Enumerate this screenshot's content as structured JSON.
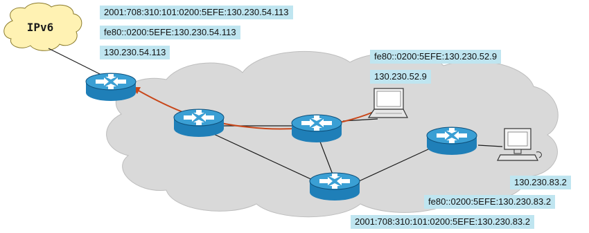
{
  "ipv6_cloud": {
    "label": "IPv6"
  },
  "addresses": {
    "gateway": [
      "2001:708:310:101:0200:5EFE:130.230.54.113",
      "fe80::0200:5EFE:130.230.54.113",
      "130.230.54.113"
    ],
    "laptop": [
      "fe80::0200:5EFE:130.230.52.9",
      "130.230.52.9"
    ],
    "desktop": [
      "130.230.83.2",
      "fe80::0200:5EFE:130.230.83.2",
      "2001:708:310:101:0200:5EFE:130.230.83.2"
    ]
  },
  "colors": {
    "address_box": "#bfe5f0",
    "ipv6_cloud": "#fff2b3",
    "ipv4_cloud": "#d9d9d9",
    "router": "#1f7fb8",
    "path": "#c8471a"
  },
  "icons": {
    "router": "router-icon",
    "laptop": "laptop-icon",
    "desktop": "desktop-computer-icon"
  }
}
